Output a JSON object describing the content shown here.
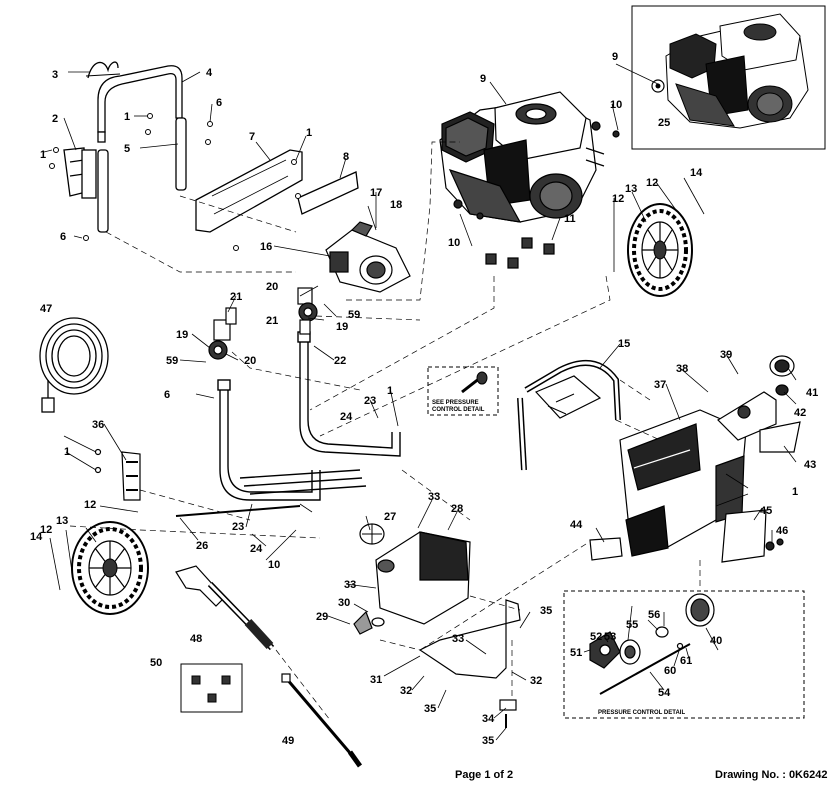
{
  "callouts": [
    "1",
    "2",
    "3",
    "4",
    "5",
    "6",
    "7",
    "8",
    "9",
    "10",
    "11",
    "12",
    "13",
    "14",
    "15",
    "16",
    "17",
    "18",
    "19",
    "20",
    "21",
    "22",
    "23",
    "24",
    "25",
    "26",
    "27",
    "28",
    "29",
    "30",
    "31",
    "32",
    "33",
    "34",
    "35",
    "36",
    "37",
    "38",
    "39",
    "40",
    "41",
    "42",
    "43",
    "44",
    "45",
    "46",
    "47",
    "48",
    "49",
    "50",
    "51",
    "52",
    "53",
    "54",
    "55",
    "56",
    "59",
    "60",
    "61"
  ],
  "notes": {
    "see_detail_line1": "SEE PRESSURE",
    "see_detail_line2": "CONTROL DETAIL",
    "detail_title": "PRESSURE CONTROL DETAIL"
  },
  "footer": {
    "page": "Page 1 of 2",
    "drawing": "Drawing No. : 0K6242"
  }
}
